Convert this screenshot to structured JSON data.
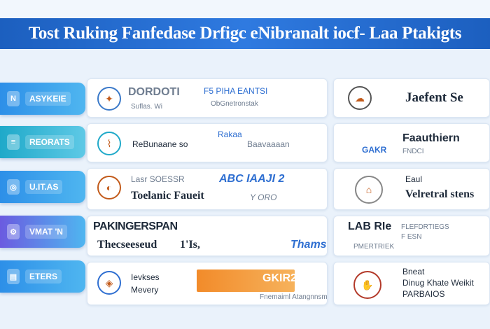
{
  "banner": {
    "title": "Tost Ruking Fanfedase Drfigc eNibranalt iocf- Laa Ptakigts"
  },
  "sidebar": {
    "items": [
      {
        "label": "ASYKEIE",
        "icon": "N",
        "icon_name": "badge-icon"
      },
      {
        "label": "REORATS",
        "icon": "≡",
        "icon_name": "list-icon"
      },
      {
        "label": "U.IT.AS",
        "icon": "◎",
        "icon_name": "target-icon"
      },
      {
        "label": "VMAT 'N",
        "icon": "⚙",
        "icon_name": "gear-icon"
      },
      {
        "label": "ETERS",
        "icon": "▤",
        "icon_name": "document-icon"
      }
    ]
  },
  "cards": {
    "r1a": {
      "brand": "DORDOTI",
      "line1": "F5 PIHA EANTSI",
      "line2": "ObGnetronstak",
      "line3": "Suflas. Wi"
    },
    "r1b": {
      "brand": "Jaefent Se"
    },
    "r2a": {
      "brand": "ReBunaane so",
      "line1": "Baavaaaan",
      "brand2": "Rakaa"
    },
    "r2b": {
      "brand": "Faauthiern",
      "line1": "FNDCI",
      "prefix": "GAKR"
    },
    "r3a": {
      "line1": "Lasr SOESSR",
      "line2": "ABC IAAJI 2",
      "line3": "Toelanic Faueit",
      "line4": "Y ORO"
    },
    "r3b": {
      "line1": "Eaul",
      "brand": "Velretral stens"
    },
    "r4a": {
      "brand": "PAKINGERSPAN",
      "line1": "Thecseeseud",
      "line2": "1'Is,",
      "line3": "Thams"
    },
    "r4b": {
      "brand": "LAB RIe",
      "line1": "FLEFDRTIEGS",
      "line2": "F ESN",
      "line3": "PMERTRIEK"
    },
    "r5a": {
      "line1": "Ievkses",
      "line2": "Mevery",
      "brand": "GKIR2",
      "line3": "Fnemaiml Atangnnsmenn"
    },
    "r5b": {
      "line1": "Bneat",
      "line2": "Dinug Khate Weikit",
      "line3": "PARBAIOS"
    }
  },
  "colors": {
    "banner": "#1c5fbf",
    "sidebar": "#2d8fe8",
    "accent_orange": "#f28b2a"
  }
}
